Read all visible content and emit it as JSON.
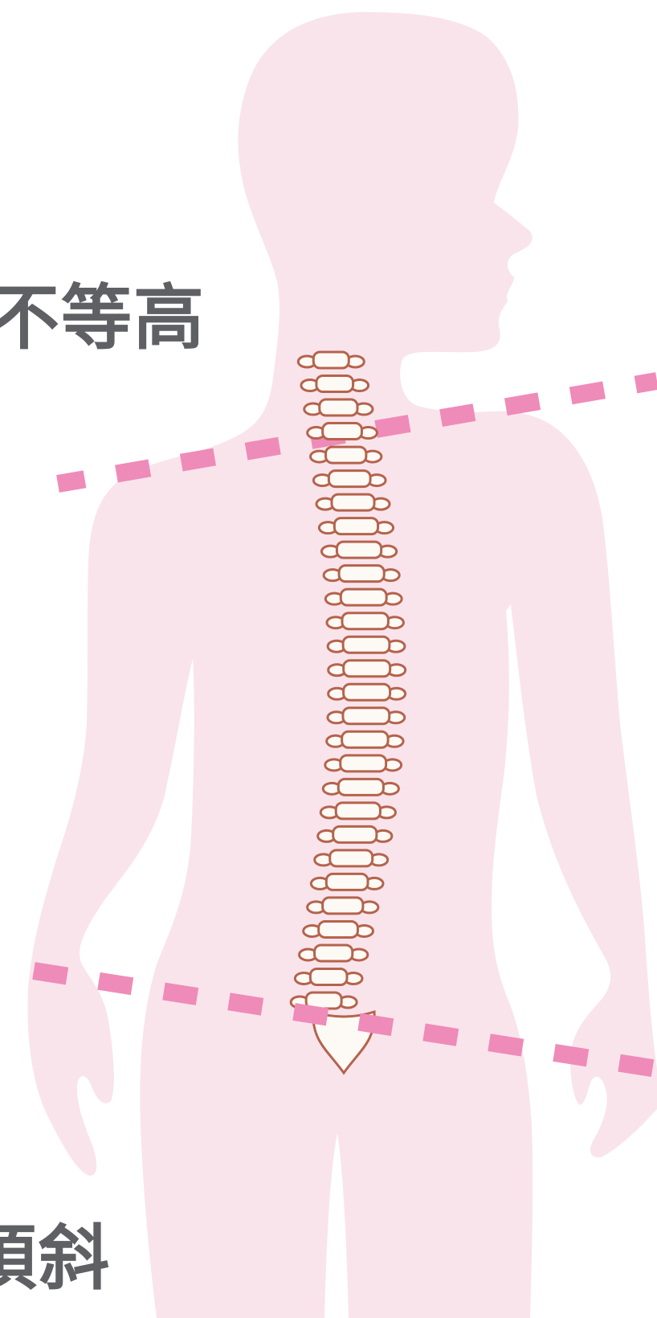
{
  "labels": {
    "shoulder_text": "不等高",
    "pelvis_text": "頃斜"
  },
  "colors": {
    "body_fill": "#f9e4ec",
    "dash_color": "#ef8bb8",
    "spine_outline": "#b5634c",
    "spine_fill": "#fdfaf5",
    "label_color": "#5f6064"
  },
  "icons": {
    "figure": "human-back-silhouette",
    "spine": "scoliosis-spine"
  }
}
